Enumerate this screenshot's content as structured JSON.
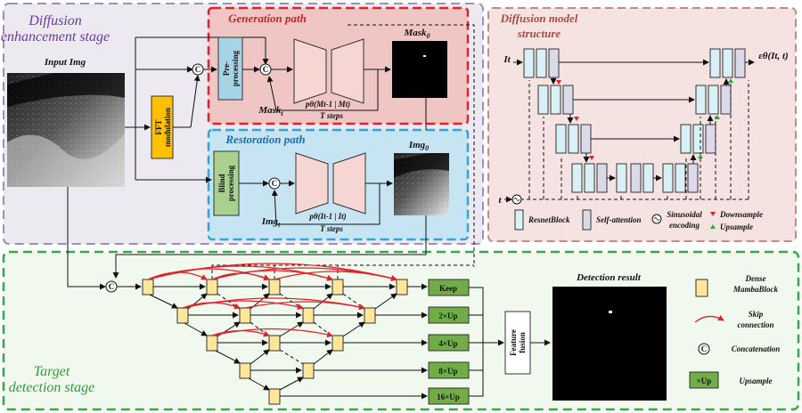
{
  "stages": {
    "diffusion_title_line1": "Diffusion",
    "diffusion_title_line2": "enhancement stage",
    "detection_title_line1": "Target",
    "detection_title_line2": "detection stage"
  },
  "generation": {
    "title": "Generation path",
    "preprocess_line1": "Pre-",
    "preprocess_line2": "processing",
    "mask_out": "Mask",
    "mask_out_sub": "0",
    "mask_in": "Mask",
    "mask_in_sub": "t",
    "formula": "pθ(Mt-1 | Mt)",
    "steps": "T steps"
  },
  "restoration": {
    "title": "Restoration path",
    "blind_line1": "Blind",
    "blind_line2": "processing",
    "img_out": "Img",
    "img_out_sub": "0",
    "img_in": "Img",
    "img_in_sub": "t",
    "formula": "pθ(It-1 | It)",
    "steps": "T steps"
  },
  "input": {
    "label": "Input Img",
    "fft_line1": "FFT",
    "fft_line2": "modulation",
    "concat_symbol": "C"
  },
  "diffusion_model": {
    "title_line1": "Diffusion model",
    "title_line2": "structure",
    "input_label": "It",
    "output_label": "εθ(It, t)",
    "time_label": "t",
    "legend_resnet": "ResnetBlock",
    "legend_attention": "Self-attention",
    "legend_sinusoidal_line1": "Sinusoidal",
    "legend_sinusoidal_line2": "encoding",
    "legend_downsample": "Downsample",
    "legend_upsample": "Upsample"
  },
  "detection": {
    "keep": "Keep",
    "up2": "2×Up",
    "up4": "4×Up",
    "up8": "8×Up",
    "up16": "16×Up",
    "fusion_line1": "Feature",
    "fusion_line2": "fusion",
    "result_title": "Detection result",
    "legend_dense_line1": "Dense",
    "legend_dense_line2": "MambaBlock",
    "legend_skip_line1": "Skip",
    "legend_skip_line2": "connection",
    "legend_concat": "Concatenation",
    "legend_up_box": "×Up",
    "legend_up_text": "Upsample"
  },
  "colors": {
    "diffusion_bg": "#ece9f1",
    "diffusion_border": "#9b8fbf",
    "detection_bg": "#f1f8ee",
    "detection_border": "#3aa64a",
    "generation_bg": "#efc6c4",
    "generation_border": "#e0232a",
    "restoration_bg": "#c6e4f2",
    "restoration_border": "#2ea6dc",
    "model_bg": "#f5e3e1",
    "model_border": "#c58a87",
    "resnet_block": "#d9f1f6",
    "attention_block": "#dcd9ea",
    "preprocess_box": "#a6d4e6",
    "blind_box": "#a9d08e",
    "fft_box": "#ffc000",
    "mamba_block": "#ffe699",
    "up_box": "#70ad47",
    "skip_arrow": "#e0232a",
    "unet_fill": "#f5d6d3"
  }
}
